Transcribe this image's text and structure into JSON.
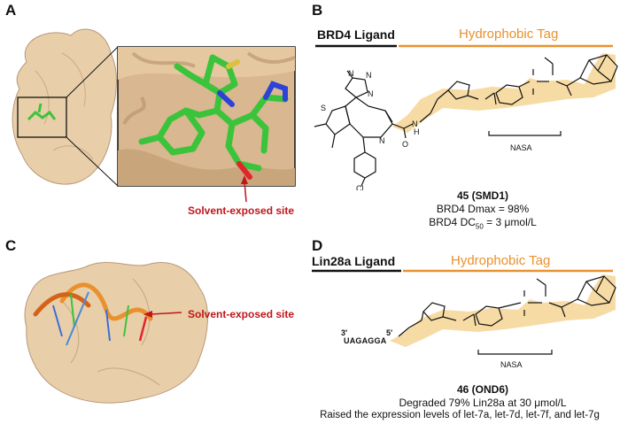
{
  "colors": {
    "accent_orange": "#e8912d",
    "highlight": "#f6d79a",
    "annotation_red": "#c0161c",
    "surface": "#e9cfa9",
    "ligand_green": "#3cc33c"
  },
  "panels": {
    "a": {
      "letter": "A",
      "solvent_label": "Solvent-exposed site"
    },
    "b": {
      "letter": "B",
      "ligand_label": "BRD4 Ligand",
      "tag_label": "Hydrophobic Tag",
      "atoms": {
        "n1": "N",
        "n2": "N",
        "n3": "N",
        "n4": "N",
        "s": "S",
        "cl": "Cl",
        "n5": "N",
        "h": "H",
        "o": "O"
      },
      "nasa": "NASA",
      "compound": "45 (SMD1)",
      "dmax": "BRD4 Dmax = 98%",
      "dc50_pre": "BRD4 DC",
      "dc50_sub": "50",
      "dc50_post": " = 3 μmol/L"
    },
    "c": {
      "letter": "C",
      "solvent_label": "Solvent-exposed site"
    },
    "d": {
      "letter": "D",
      "ligand_label": "Lin28a Ligand",
      "tag_label": "Hydrophobic Tag",
      "rna_3": "3'",
      "rna_seq": "UAGAGGA",
      "rna_5": "5'",
      "nasa": "NASA",
      "compound": "46 (OND6)",
      "line1": "Degraded 79% Lin28a at 30 μmol/L",
      "line2": "Raised the expression levels of let-7a, let-7d, let-7f, and let-7g"
    }
  }
}
